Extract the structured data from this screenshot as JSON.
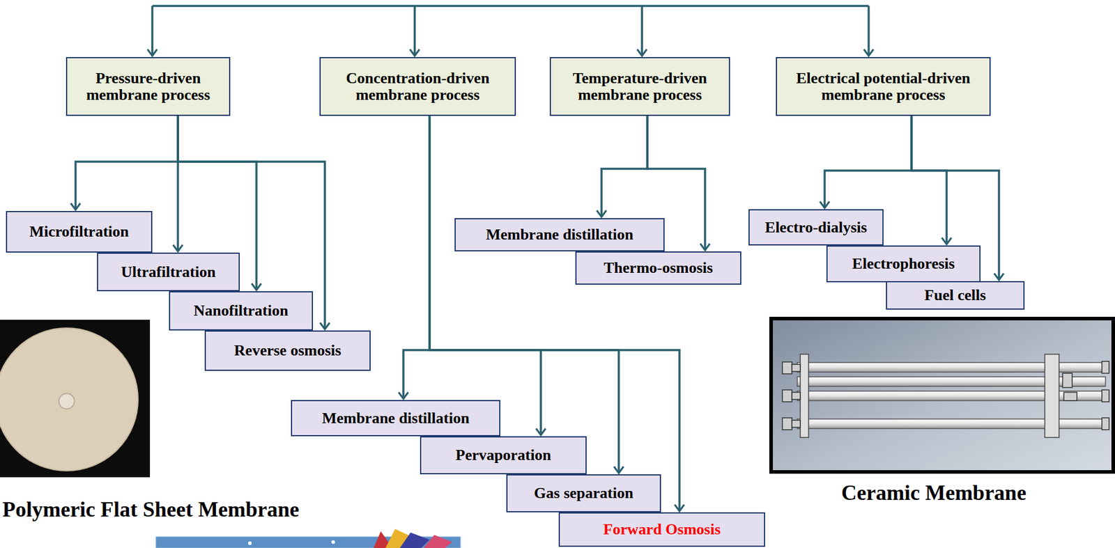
{
  "diagram": {
    "nodes": [
      {
        "text": [
          "Pressure-driven membrane process"
        ]
      },
      {
        "text": [
          "Concentration-driven membrane process"
        ]
      },
      {
        "text": [
          "Temperature-driven membrane process"
        ]
      },
      {
        "text": [
          "Electrical potential-driven membrane process"
        ]
      },
      {
        "text": [
          "Microfiltration"
        ]
      },
      {
        "text": [
          "Ultrafiltration"
        ]
      },
      {
        "text": [
          "Nanofiltration"
        ]
      },
      {
        "text": [
          "Reverse osmosis"
        ]
      },
      {
        "text": [
          "Membrane distillation"
        ]
      },
      {
        "text": [
          "Pervaporation"
        ]
      },
      {
        "text": [
          "Gas separation"
        ]
      },
      {
        "text": [
          "Forward Osmosis"
        ]
      },
      {
        "text": [
          "Membrane distillation"
        ]
      },
      {
        "text": [
          "Thermo-osmosis"
        ]
      },
      {
        "text": [
          "Electro-dialysis"
        ]
      },
      {
        "text": [
          "Electrophoresis"
        ]
      },
      {
        "text": [
          "Fuel cells"
        ]
      }
    ],
    "edges": [
      {
        "from": 0,
        "to": 4,
        "arrow": "to"
      },
      {
        "from": 0,
        "to": 5,
        "arrow": "to"
      },
      {
        "from": 0,
        "to": 6,
        "arrow": "to"
      },
      {
        "from": 0,
        "to": 7,
        "arrow": "to"
      },
      {
        "from": 1,
        "to": 8,
        "arrow": "to"
      },
      {
        "from": 1,
        "to": 9,
        "arrow": "to"
      },
      {
        "from": 1,
        "to": 10,
        "arrow": "to"
      },
      {
        "from": 1,
        "to": 11,
        "arrow": "to"
      },
      {
        "from": 2,
        "to": 12,
        "arrow": "to"
      },
      {
        "from": 2,
        "to": 13,
        "arrow": "to"
      },
      {
        "from": 3,
        "to": 14,
        "arrow": "to"
      },
      {
        "from": 3,
        "to": 15,
        "arrow": "to"
      },
      {
        "from": 3,
        "to": 16,
        "arrow": "to"
      }
    ],
    "labels": [
      "Polymeric Flat Sheet Membrane",
      "Ceramic Membrane"
    ]
  }
}
